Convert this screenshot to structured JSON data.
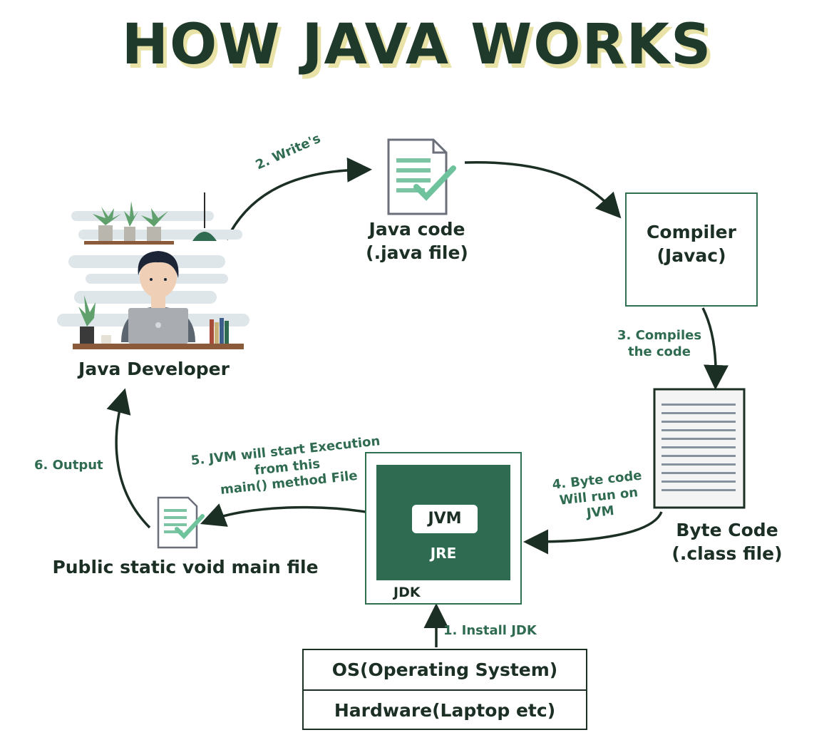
{
  "title": "HOW JAVA WORKS",
  "nodes": {
    "developer": "Java Developer",
    "java_code_line1": "Java code",
    "java_code_line2": "(.java file)",
    "compiler_line1": "Compiler",
    "compiler_line2": "(Javac)",
    "byte_code_line1": "Byte Code",
    "byte_code_line2": "(.class file)",
    "main_file": "Public static void main file",
    "jvm": "JVM",
    "jre": "JRE",
    "jdk": "JDK",
    "os": "OS(Operating System)",
    "hardware": "Hardware(Laptop etc)"
  },
  "steps": {
    "step1": "1. Install JDK",
    "step2": "2. Write's",
    "step3_line1": "3. Compiles",
    "step3_line2": "the code",
    "step4_line1": "4. Byte code",
    "step4_line2": "Will run on",
    "step4_line3": "JVM",
    "step5_line1": "5. JVM will start Execution",
    "step5_line2": "from this",
    "step5_line3": "main() method File",
    "step6": "6. Output"
  },
  "colors": {
    "dark_green": "#1f3a2b",
    "accent_green": "#2f6b50",
    "title_shadow": "#e9e2a6"
  }
}
